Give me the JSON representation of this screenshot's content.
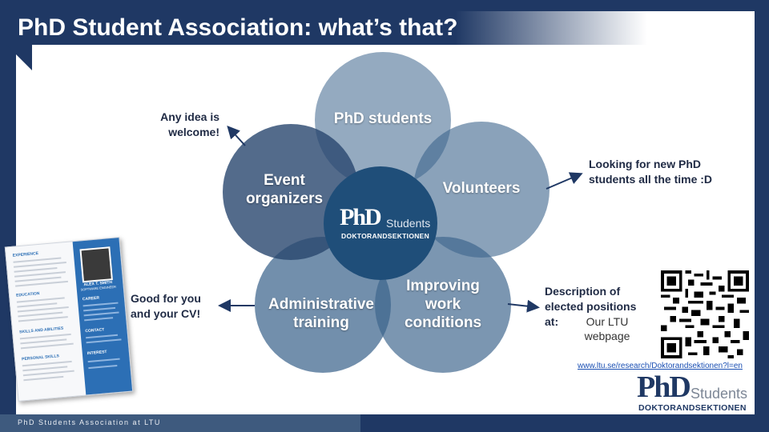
{
  "slide": {
    "title": "PhD Student Association: what’s that?",
    "footer": "PhD Students Association at LTU"
  },
  "circles": {
    "top": "PhD students",
    "right": "Volunteers",
    "bottom_right": [
      "Improving",
      "work",
      "conditions"
    ],
    "bottom_left": [
      "Administrative",
      "training"
    ],
    "left": [
      "Event",
      "organizers"
    ]
  },
  "center_logo": {
    "phd": "PhD",
    "students": "Students",
    "sub": "DOKTORANDSEKTIONEN"
  },
  "notes": {
    "idea": [
      "Any idea is",
      "welcome!"
    ],
    "looking": [
      "Looking for new PhD",
      "students all the time :D"
    ],
    "cv": [
      "Good for you",
      "and your CV!"
    ],
    "description": [
      "Description of",
      "elected positions",
      "at:"
    ],
    "webpage": [
      "Our LTU",
      "webpage"
    ],
    "link": "www.ltu.se/research/Doktorandsektionen?l=en"
  },
  "corner_logo": {
    "phd": "PhD",
    "students": "Students",
    "sub": "DOKTORANDSEKTIONEN"
  },
  "cv_image": {
    "name": "ALEX T. SMITH",
    "role": "SOFTWARE ENGINEER",
    "sections": [
      "EXPERIENCE",
      "EDUCATION",
      "SKILLS AND ABILITIES",
      "PERSONAL SKILLS"
    ],
    "side_sections": [
      "CAREER",
      "CONTACT",
      "INTEREST"
    ]
  },
  "colors": {
    "frame": "#1f3864",
    "circle": "#3c648c",
    "center": "#1f4e79",
    "accent_text": "#1f2a44",
    "link": "#1a4fb3"
  },
  "icons": [
    "arrow-icon",
    "qr-code"
  ]
}
